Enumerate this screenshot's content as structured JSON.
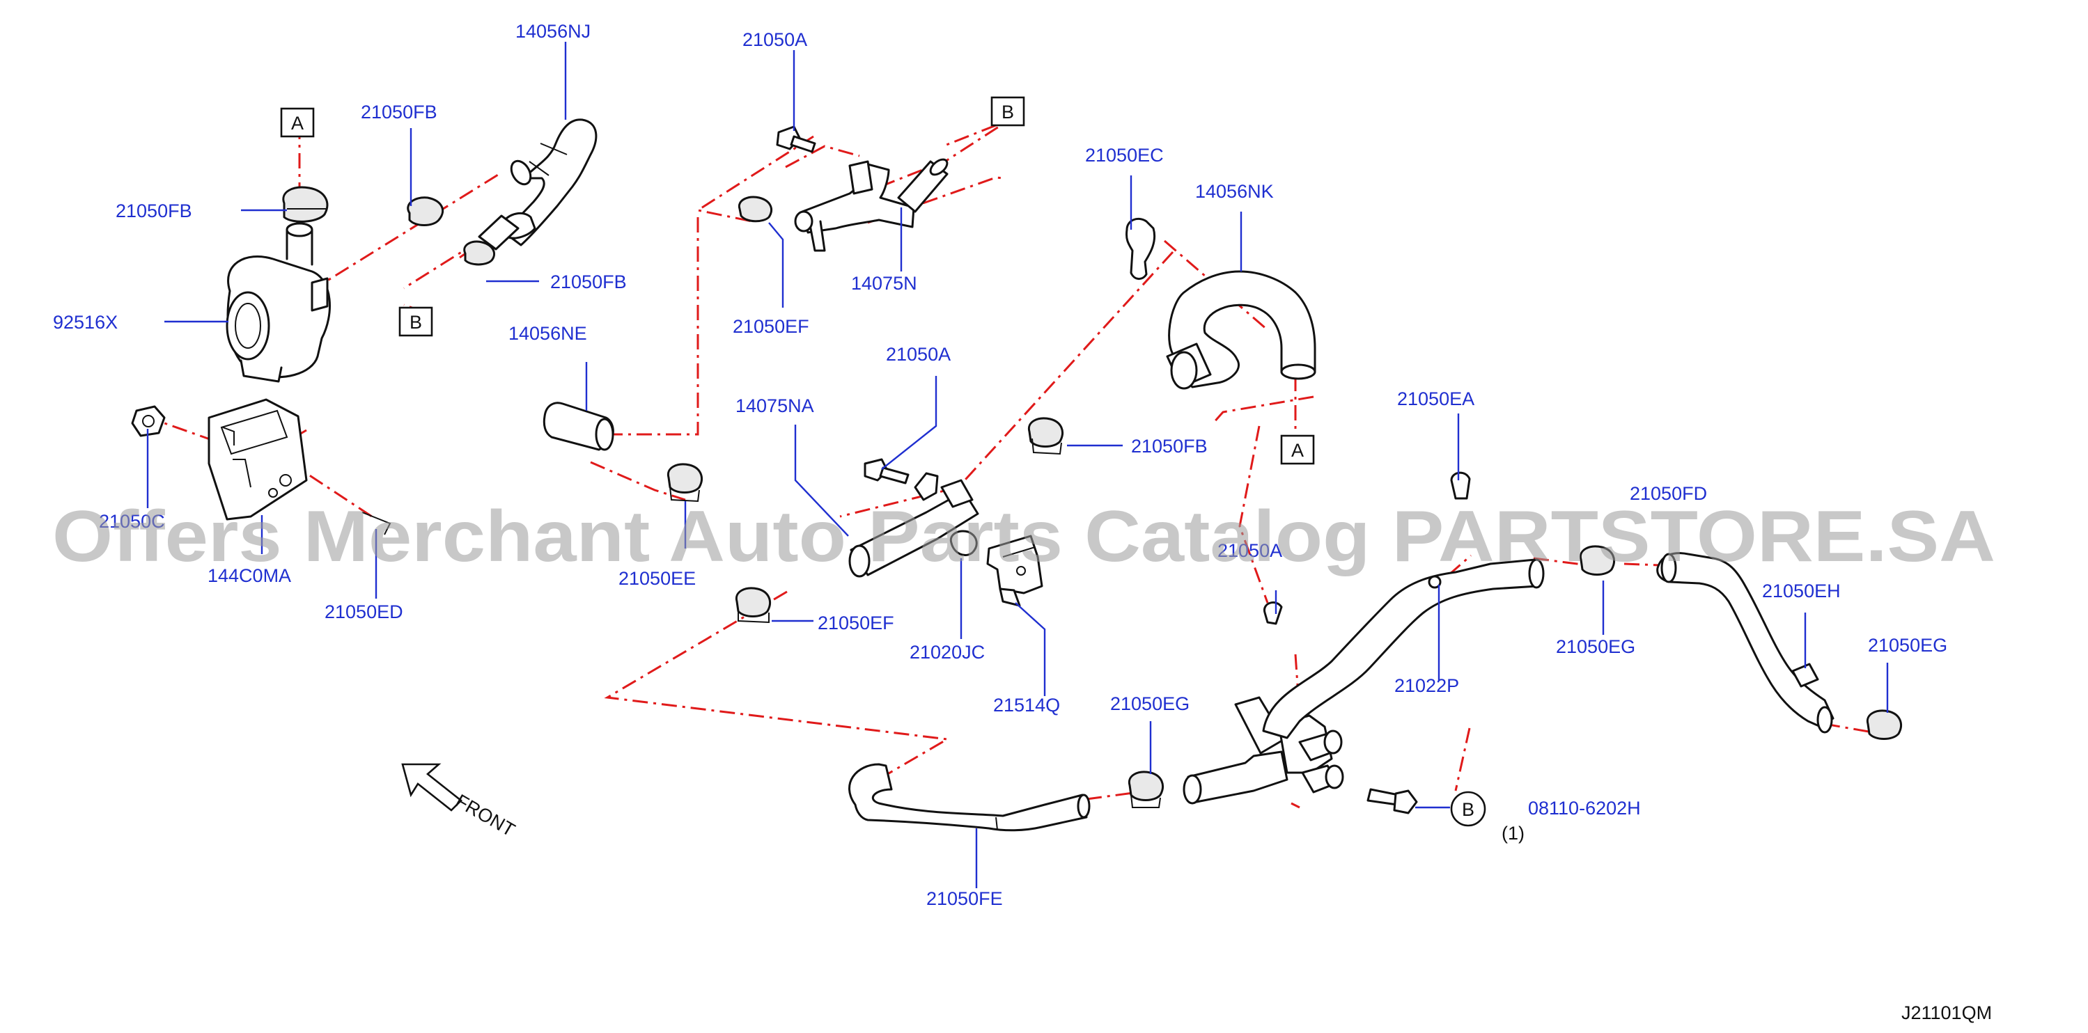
{
  "diagram_code": "J21101QM",
  "watermark": "Offers Merchant Auto Parts Catalog PARTSTORE.SA",
  "front_label": "FRONT",
  "ref_markers": {
    "A": "A",
    "B": "B"
  },
  "quantity_note": "(1)",
  "part_labels": {
    "p14056NJ": "14056NJ",
    "p21050FB_top": "21050FB",
    "p21050FB_left": "21050FB",
    "p21050FB_mid": "21050FB",
    "p21050FB_right": "21050FB",
    "p92516X": "92516X",
    "p21050C_partial": "21050C",
    "p144C0MA": "144C0MA",
    "p21050ED": "21050ED",
    "p21050A_top": "21050A",
    "p14075N": "14075N",
    "p21050EF_top": "21050EF",
    "p14056NE": "14056NE",
    "p21050EE": "21050EE",
    "p21050A_mid": "21050A",
    "p14075NA": "14075NA",
    "p21050EC": "21050EC",
    "p14056NK": "14056NK",
    "p21050EA": "21050EA",
    "p21050A_partial": "21050A",
    "p21050FD": "21050FD",
    "p21050EF_low": "21050EF",
    "p21020JC": "21020JC",
    "p21514Q": "21514Q",
    "p21022P": "21022P",
    "p21050EG_a": "21050EG",
    "p21050EH": "21050EH",
    "p21050EG_b": "21050EG",
    "p21050EG_c": "21050EG",
    "p08110": "08110-6202H",
    "p21050FE": "21050FE"
  }
}
